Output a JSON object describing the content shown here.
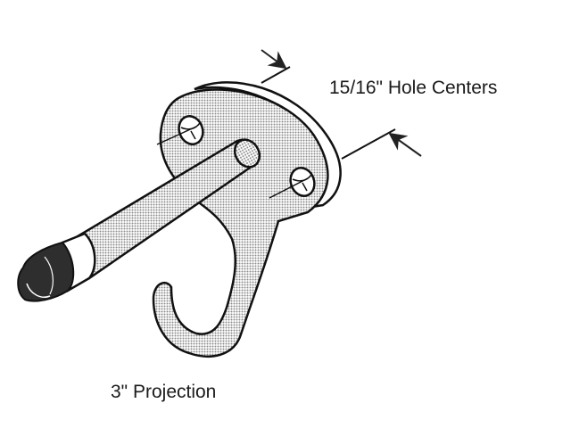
{
  "diagram": {
    "subject": "Door stop hook with round mounting plate",
    "labels": {
      "hole_centers": "15/16\" Hole Centers",
      "projection": "3\" Projection"
    },
    "colors": {
      "background": "#ffffff",
      "outline": "#111111",
      "stipple_fill": "#bdbdbd",
      "rubber_tip": "#2e2e2e"
    }
  }
}
